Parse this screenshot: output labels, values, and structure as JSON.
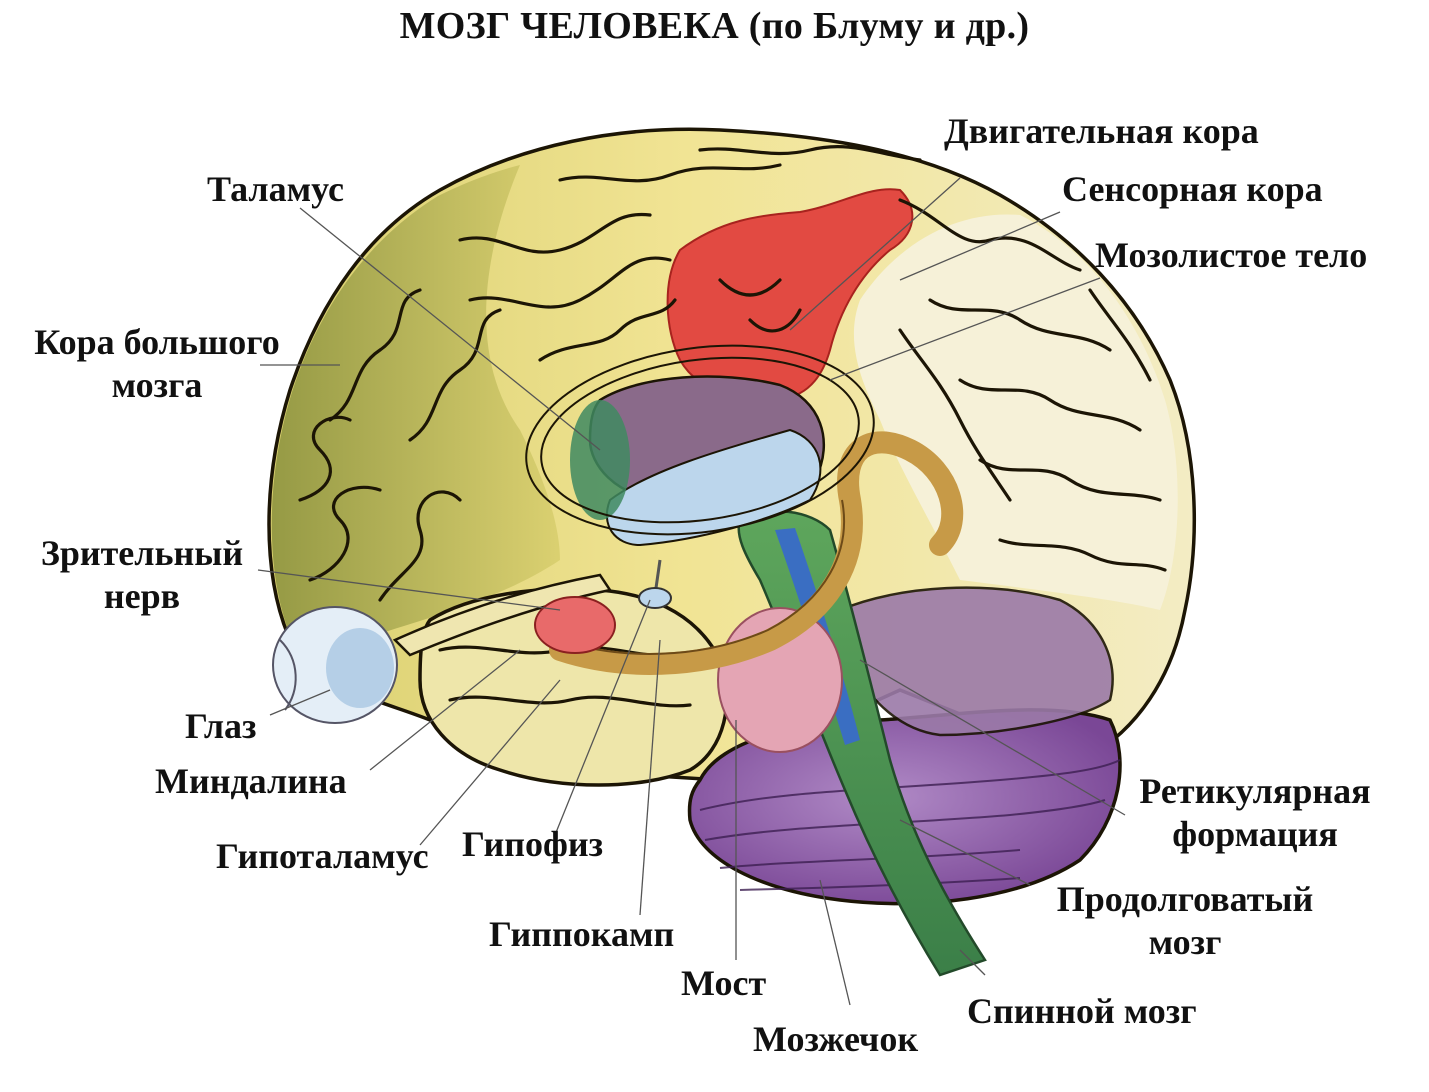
{
  "title": "МОЗГ ЧЕЛОВЕКА (по Блуму и др.)",
  "labels": {
    "motor_cortex": "Двигательная кора",
    "sensory_cortex": "Сенсорная кора",
    "corpus_callosum": "Мозолистое тело",
    "thalamus": "Таламус",
    "cerebral_cortex_1": "Кора большого",
    "cerebral_cortex_2": "мозга",
    "optic_nerve_1": "Зрительный",
    "optic_nerve_2": "нерв",
    "eye": "Глаз",
    "amygdala": "Миндалина",
    "hypothalamus": "Гипоталамус",
    "pituitary": "Гипофиз",
    "hippocampus": "Гиппокамп",
    "pons": "Мост",
    "cerebellum": "Мозжечок",
    "spinal_cord": "Спинной мозг",
    "medulla_1": "Продолговатый",
    "medulla_2": "мозг",
    "reticular_1": "Ретикулярная",
    "reticular_2": "формация"
  },
  "colors": {
    "cortex": "#efe08a",
    "frontal_cortex": "#a7a650",
    "motor_cortex": "#e04540",
    "sensory_cortex": "#f7f3dd",
    "temporal_lobe": "#ece4a8",
    "thalamus": "#8c6a8a",
    "ventricle": "#b9d4ea",
    "hippocampus": "#c49a45",
    "cerebellum": "#8d5aa8",
    "brainstem": "#4f9a55",
    "reticular": "#3d6fc4",
    "pons": "#e2a0b0",
    "eye": "#dfeaf4",
    "amygdala": "#e26a6a",
    "outline": "#1c1505"
  }
}
